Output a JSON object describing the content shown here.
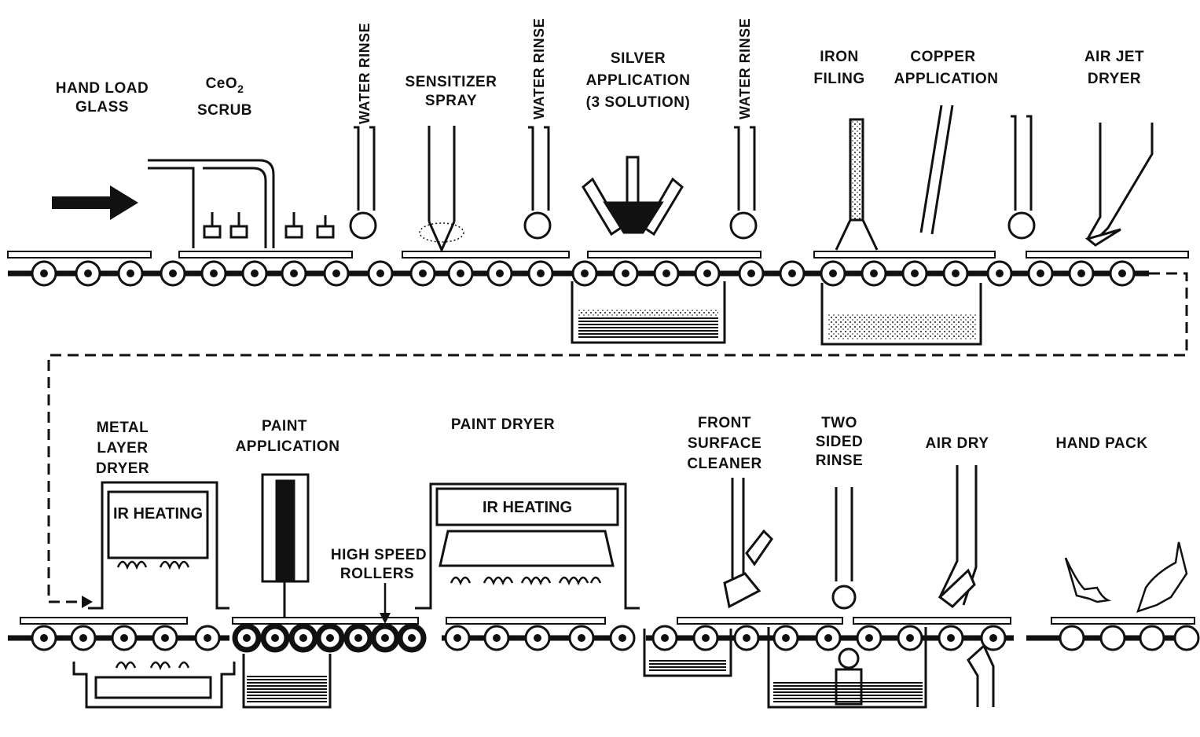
{
  "diagram": {
    "colors": {
      "ink": "#111111",
      "paper": "#ffffff"
    },
    "top_stations": {
      "hand_load": [
        "HAND LOAD",
        "GLASS"
      ],
      "ceo2_scrub": {
        "line1": "CeO",
        "subscript": "2",
        "line2": "SCRUB"
      },
      "water_rinse_1": "WATER RINSE",
      "sensitizer": [
        "SENSITIZER",
        "SPRAY"
      ],
      "water_rinse_2": "WATER RINSE",
      "silver": [
        "SILVER",
        "APPLICATION",
        "(3 SOLUTION)"
      ],
      "water_rinse_3": "WATER RINSE",
      "iron": [
        "IRON",
        "FILING"
      ],
      "copper": [
        "COPPER",
        "APPLICATION"
      ],
      "air_jet": [
        "AIR JET",
        "DRYER"
      ]
    },
    "bottom_stations": {
      "metal_dryer": [
        "METAL",
        "LAYER",
        "DRYER"
      ],
      "ir_heating_1": "IR HEATING",
      "paint_app": [
        "PAINT",
        "APPLICATION"
      ],
      "high_speed": [
        "HIGH SPEED",
        "ROLLERS"
      ],
      "paint_dryer": "PAINT DRYER",
      "ir_heating_2": "IR HEATING",
      "front_cleaner": [
        "FRONT",
        "SURFACE",
        "CLEANER"
      ],
      "two_sided": [
        "TWO",
        "SIDED",
        "RINSE"
      ],
      "air_dry": "AIR DRY",
      "hand_pack": "HAND PACK"
    }
  }
}
